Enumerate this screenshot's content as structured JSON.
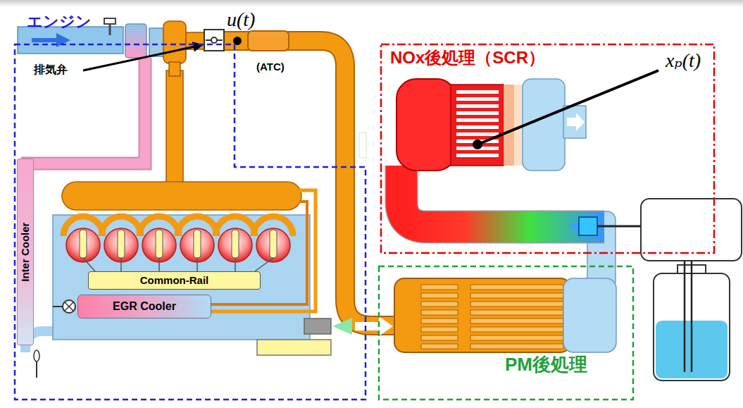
{
  "diagram": {
    "nodes": [
      {
        "text": [
          "エンジン"
        ]
      },
      {
        "text": [
          "Inter Cooler"
        ],
        "in": 0
      },
      {
        "text": [
          "Common-Rail"
        ],
        "in": 0
      },
      {
        "text": [
          "EGR Cooler"
        ],
        "in": 0
      },
      {
        "text": [
          "NOx後処理（SCR）"
        ]
      },
      {
        "text": [
          "PM後処理"
        ]
      }
    ],
    "labels": [
      "排気弁",
      "u(t)",
      "(ATC)",
      "xₚ(t)"
    ]
  }
}
